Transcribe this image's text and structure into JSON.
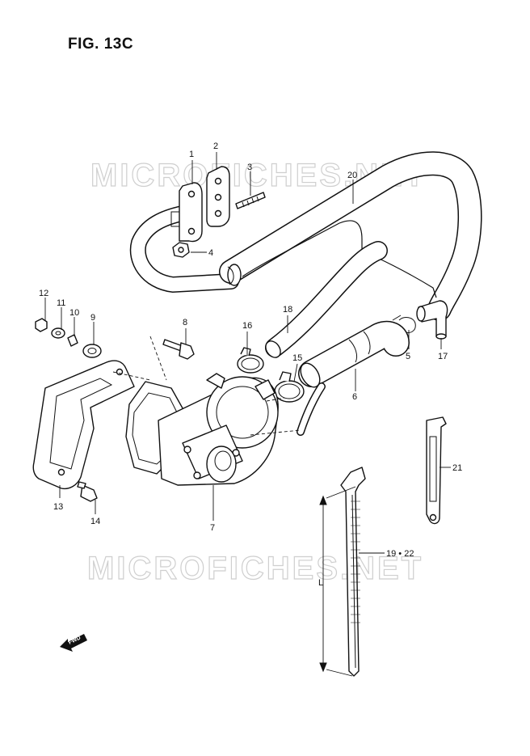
{
  "figure": {
    "title": "FIG. 13C"
  },
  "watermark": {
    "text": "MICROFICHES.NET"
  },
  "fwd_marker": {
    "text": "FWD"
  },
  "length_marker": {
    "text": "L"
  },
  "callouts": [
    {
      "id": "1",
      "label": "1"
    },
    {
      "id": "2",
      "label": "2"
    },
    {
      "id": "3",
      "label": "3"
    },
    {
      "id": "4",
      "label": "4"
    },
    {
      "id": "5",
      "label": "5"
    },
    {
      "id": "6",
      "label": "6"
    },
    {
      "id": "7",
      "label": "7"
    },
    {
      "id": "8",
      "label": "8"
    },
    {
      "id": "9",
      "label": "9"
    },
    {
      "id": "10",
      "label": "10"
    },
    {
      "id": "11",
      "label": "11"
    },
    {
      "id": "12",
      "label": "12"
    },
    {
      "id": "13",
      "label": "13"
    },
    {
      "id": "14",
      "label": "14"
    },
    {
      "id": "15",
      "label": "15"
    },
    {
      "id": "16",
      "label": "16"
    },
    {
      "id": "17",
      "label": "17"
    },
    {
      "id": "18",
      "label": "18"
    },
    {
      "id": "20",
      "label": "20"
    },
    {
      "id": "21",
      "label": "21"
    },
    {
      "id": "19-22",
      "label": "19 • 22"
    }
  ]
}
